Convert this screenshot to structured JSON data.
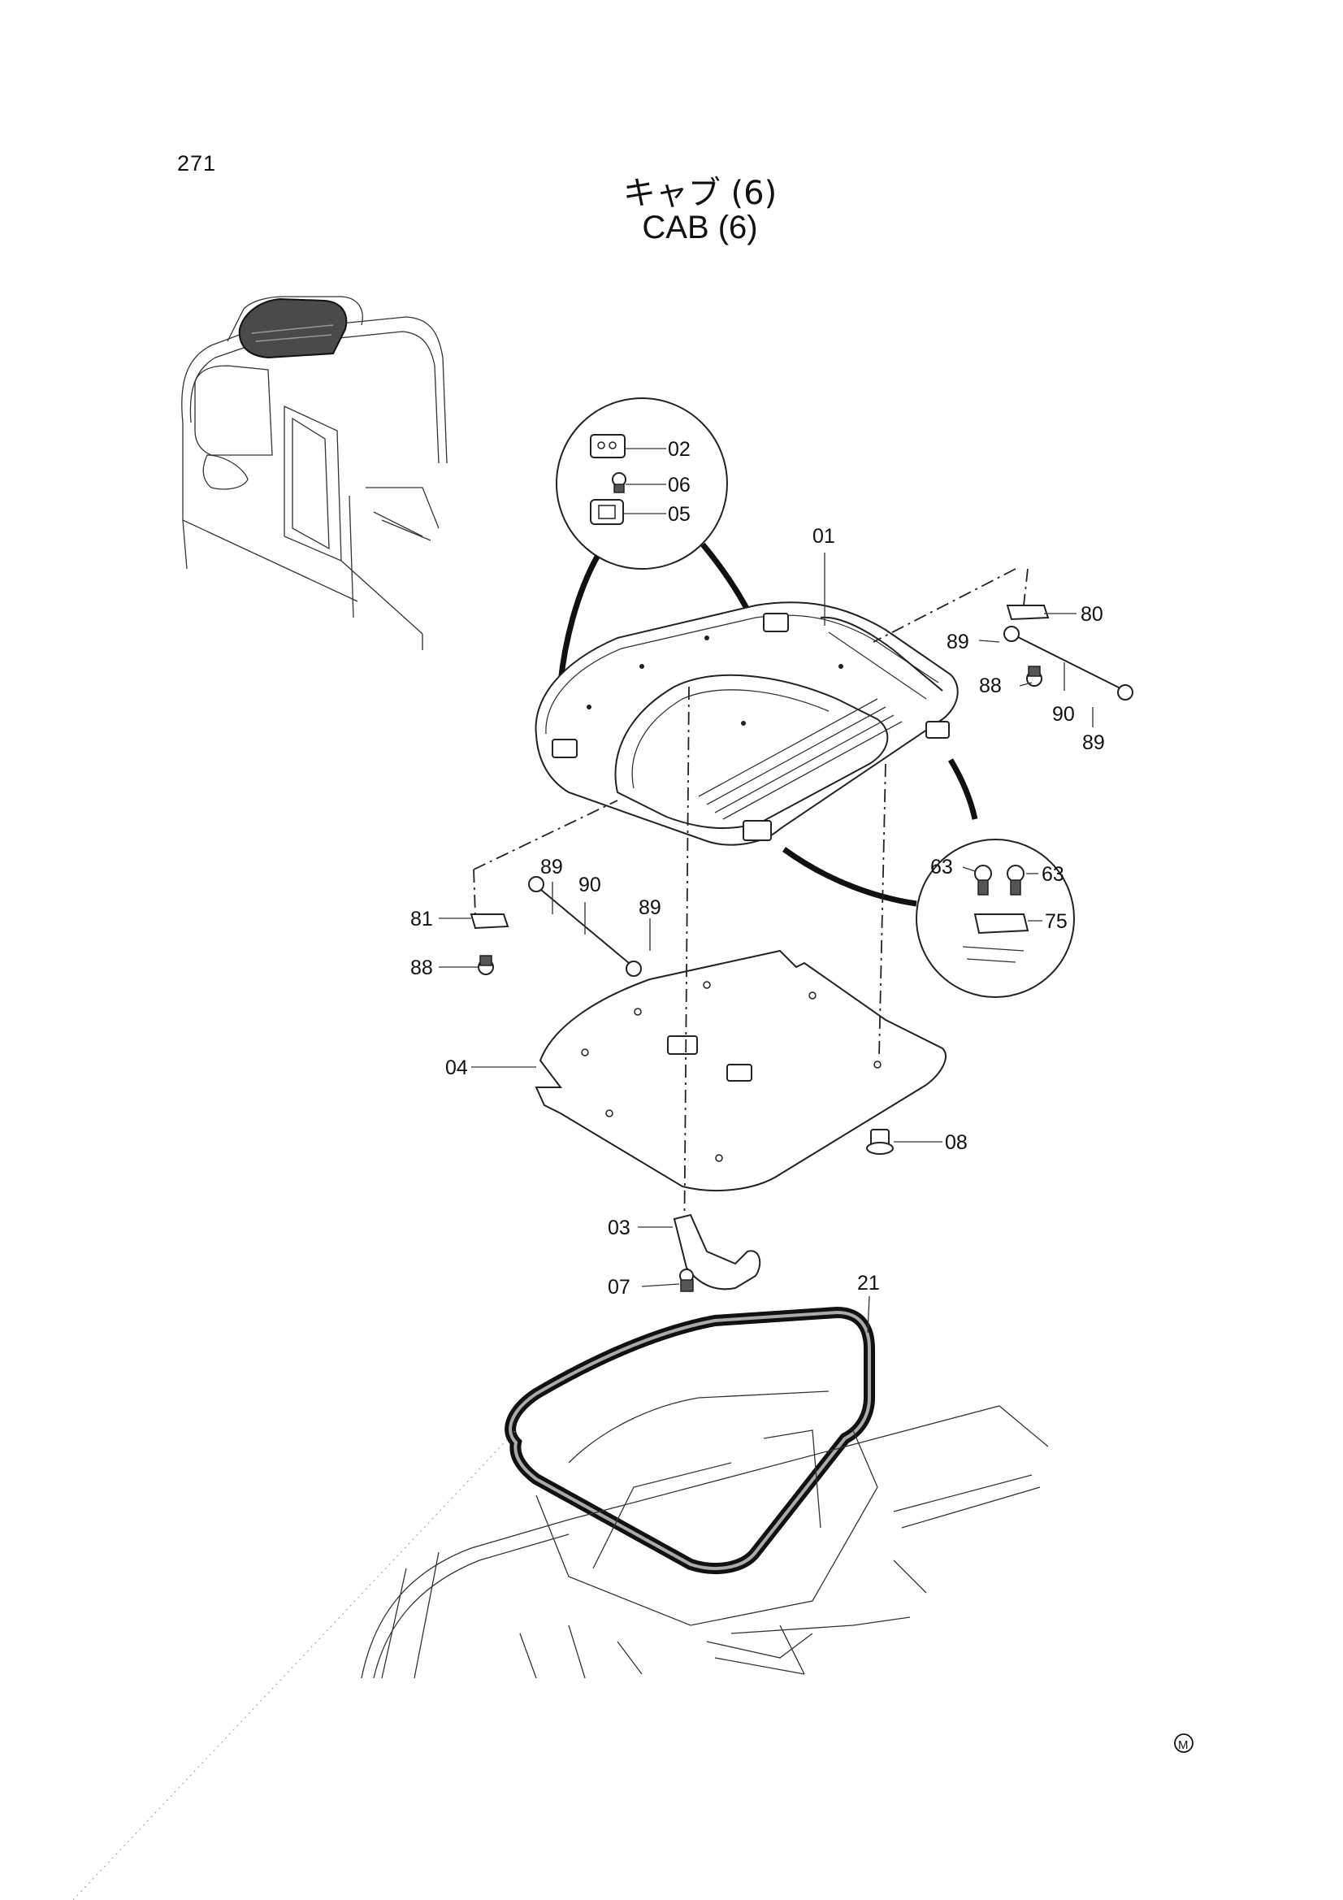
{
  "page": {
    "number": "271"
  },
  "title": {
    "japanese": "キャブ (6)",
    "english": "CAB (6)"
  },
  "callouts": [
    {
      "id": "c01",
      "label": "01"
    },
    {
      "id": "c02",
      "label": "02"
    },
    {
      "id": "c03",
      "label": "03"
    },
    {
      "id": "c04",
      "label": "04"
    },
    {
      "id": "c05",
      "label": "05"
    },
    {
      "id": "c06",
      "label": "06"
    },
    {
      "id": "c07",
      "label": "07"
    },
    {
      "id": "c08",
      "label": "08"
    },
    {
      "id": "c21",
      "label": "21"
    },
    {
      "id": "c63a",
      "label": "63"
    },
    {
      "id": "c63b",
      "label": "63"
    },
    {
      "id": "c75",
      "label": "75"
    },
    {
      "id": "c80",
      "label": "80"
    },
    {
      "id": "c81",
      "label": "81"
    },
    {
      "id": "c88a",
      "label": "88"
    },
    {
      "id": "c88b",
      "label": "88"
    },
    {
      "id": "c89a",
      "label": "89"
    },
    {
      "id": "c89b",
      "label": "89"
    },
    {
      "id": "c89c",
      "label": "89"
    },
    {
      "id": "c89d",
      "label": "89"
    },
    {
      "id": "c90a",
      "label": "90"
    },
    {
      "id": "c90b",
      "label": "90"
    }
  ],
  "mark": "M"
}
